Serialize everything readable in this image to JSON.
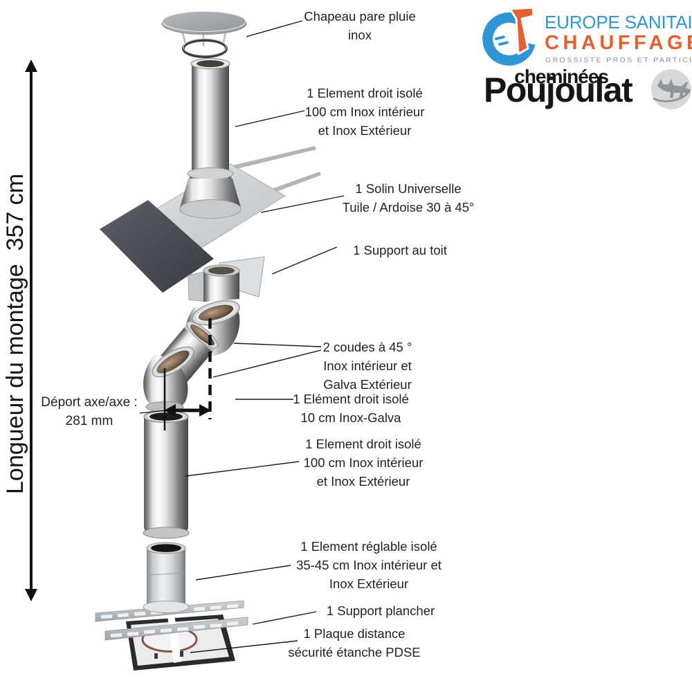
{
  "branding": {
    "esc": {
      "name_line1": "EUROPE SANITAIRE",
      "name_line2": "CHAUFFAGE",
      "tagline": "GROSSISTE PROS ET PARTICULIERS",
      "blue": "#2E97D3",
      "orange": "#E4602F",
      "gray": "#8E8E8E"
    },
    "poujoulat": {
      "line1": "cheminées",
      "line2": "Poujoulat",
      "color": "#161616"
    },
    "icons": {
      "esc_logo": "c-ring-with-flame-icon",
      "poujoulat_mascot": "cat-on-roof-icon"
    }
  },
  "measurements": {
    "assembly_length": "Longueur du montage  357 cm",
    "axis_offset_label": "Déport axe/axe :",
    "axis_offset_value": "281 mm"
  },
  "labels": [
    {
      "id": "chapeau",
      "lines": [
        "Chapeau pare pluie",
        "inox"
      ]
    },
    {
      "id": "element-droit-haut",
      "lines": [
        "1 Element droit isolé",
        "100 cm Inox intérieur",
        "et Inox Extérieur"
      ]
    },
    {
      "id": "solin",
      "lines": [
        "1 Solin Universelle",
        "Tuile / Ardoise 30 à 45°"
      ]
    },
    {
      "id": "support-toit",
      "lines": [
        "1 Support au toit"
      ]
    },
    {
      "id": "coudes",
      "lines": [
        "2 coudes à 45 °",
        "Inox intérieur et",
        "Galva Extérieur"
      ]
    },
    {
      "id": "element-10cm",
      "lines": [
        "1 Elément droit isolé",
        "10 cm Inox-Galva"
      ]
    },
    {
      "id": "element-droit-bas",
      "lines": [
        "1 Element droit isolé",
        "100 cm Inox intérieur",
        "et Inox Extérieur"
      ]
    },
    {
      "id": "element-reglable",
      "lines": [
        "1 Element réglable isolé",
        "35-45 cm Inox intérieur et",
        "Inox Extérieur"
      ]
    },
    {
      "id": "support-plancher",
      "lines": [
        "1 Support plancher"
      ]
    },
    {
      "id": "pdse",
      "lines": [
        "1 Plaque distance",
        "sécurité étanche PDSE"
      ]
    }
  ]
}
